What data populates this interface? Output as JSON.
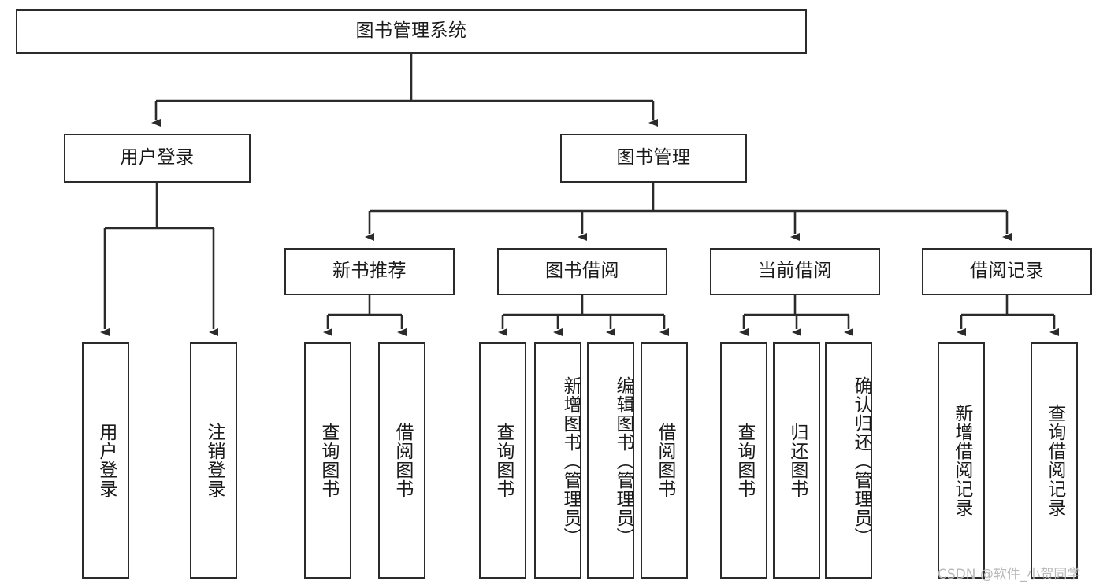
{
  "diagram": {
    "title": "图书管理系统",
    "type": "tree",
    "root": {
      "label": "图书管理系统"
    },
    "level2": [
      {
        "id": "user-login",
        "label": "用户登录"
      },
      {
        "id": "book-manage",
        "label": "图书管理"
      }
    ],
    "level3": [
      {
        "id": "new-book-recommend",
        "label": "新书推荐",
        "parent": "book-manage"
      },
      {
        "id": "book-borrow",
        "label": "图书借阅",
        "parent": "book-manage"
      },
      {
        "id": "current-borrow",
        "label": "当前借阅",
        "parent": "book-manage"
      },
      {
        "id": "borrow-record",
        "label": "借阅记录",
        "parent": "book-manage"
      }
    ],
    "leaves": [
      {
        "id": "leaf-user-login",
        "label": "用户登录",
        "parent": "user-login"
      },
      {
        "id": "leaf-logout",
        "label": "注销登录",
        "parent": "user-login"
      },
      {
        "id": "leaf-query-book-1",
        "label": "查询图书",
        "parent": "new-book-recommend"
      },
      {
        "id": "leaf-borrow-book-1",
        "label": "借阅图书",
        "parent": "new-book-recommend"
      },
      {
        "id": "leaf-query-book-2",
        "label": "查询图书",
        "parent": "book-borrow"
      },
      {
        "id": "leaf-add-book",
        "label": "新增图书（管理员）",
        "parent": "book-borrow"
      },
      {
        "id": "leaf-edit-book",
        "label": "编辑图书（管理员）",
        "parent": "book-borrow"
      },
      {
        "id": "leaf-borrow-book-2",
        "label": "借阅图书",
        "parent": "book-borrow"
      },
      {
        "id": "leaf-query-book-3",
        "label": "查询图书",
        "parent": "current-borrow"
      },
      {
        "id": "leaf-return-book",
        "label": "归还图书",
        "parent": "current-borrow"
      },
      {
        "id": "leaf-confirm-return",
        "label": "确认归还（管理员）",
        "parent": "current-borrow"
      },
      {
        "id": "leaf-add-record",
        "label": "新增借阅记录",
        "parent": "borrow-record"
      },
      {
        "id": "leaf-query-record",
        "label": "查询借阅记录",
        "parent": "borrow-record"
      }
    ],
    "watermark": "CSDN @软件_小贺同学",
    "colors": {
      "stroke": "#2b2b2b",
      "background": "#ffffff",
      "text": "#1a1a1a",
      "watermark": "#b9b9b9"
    }
  }
}
